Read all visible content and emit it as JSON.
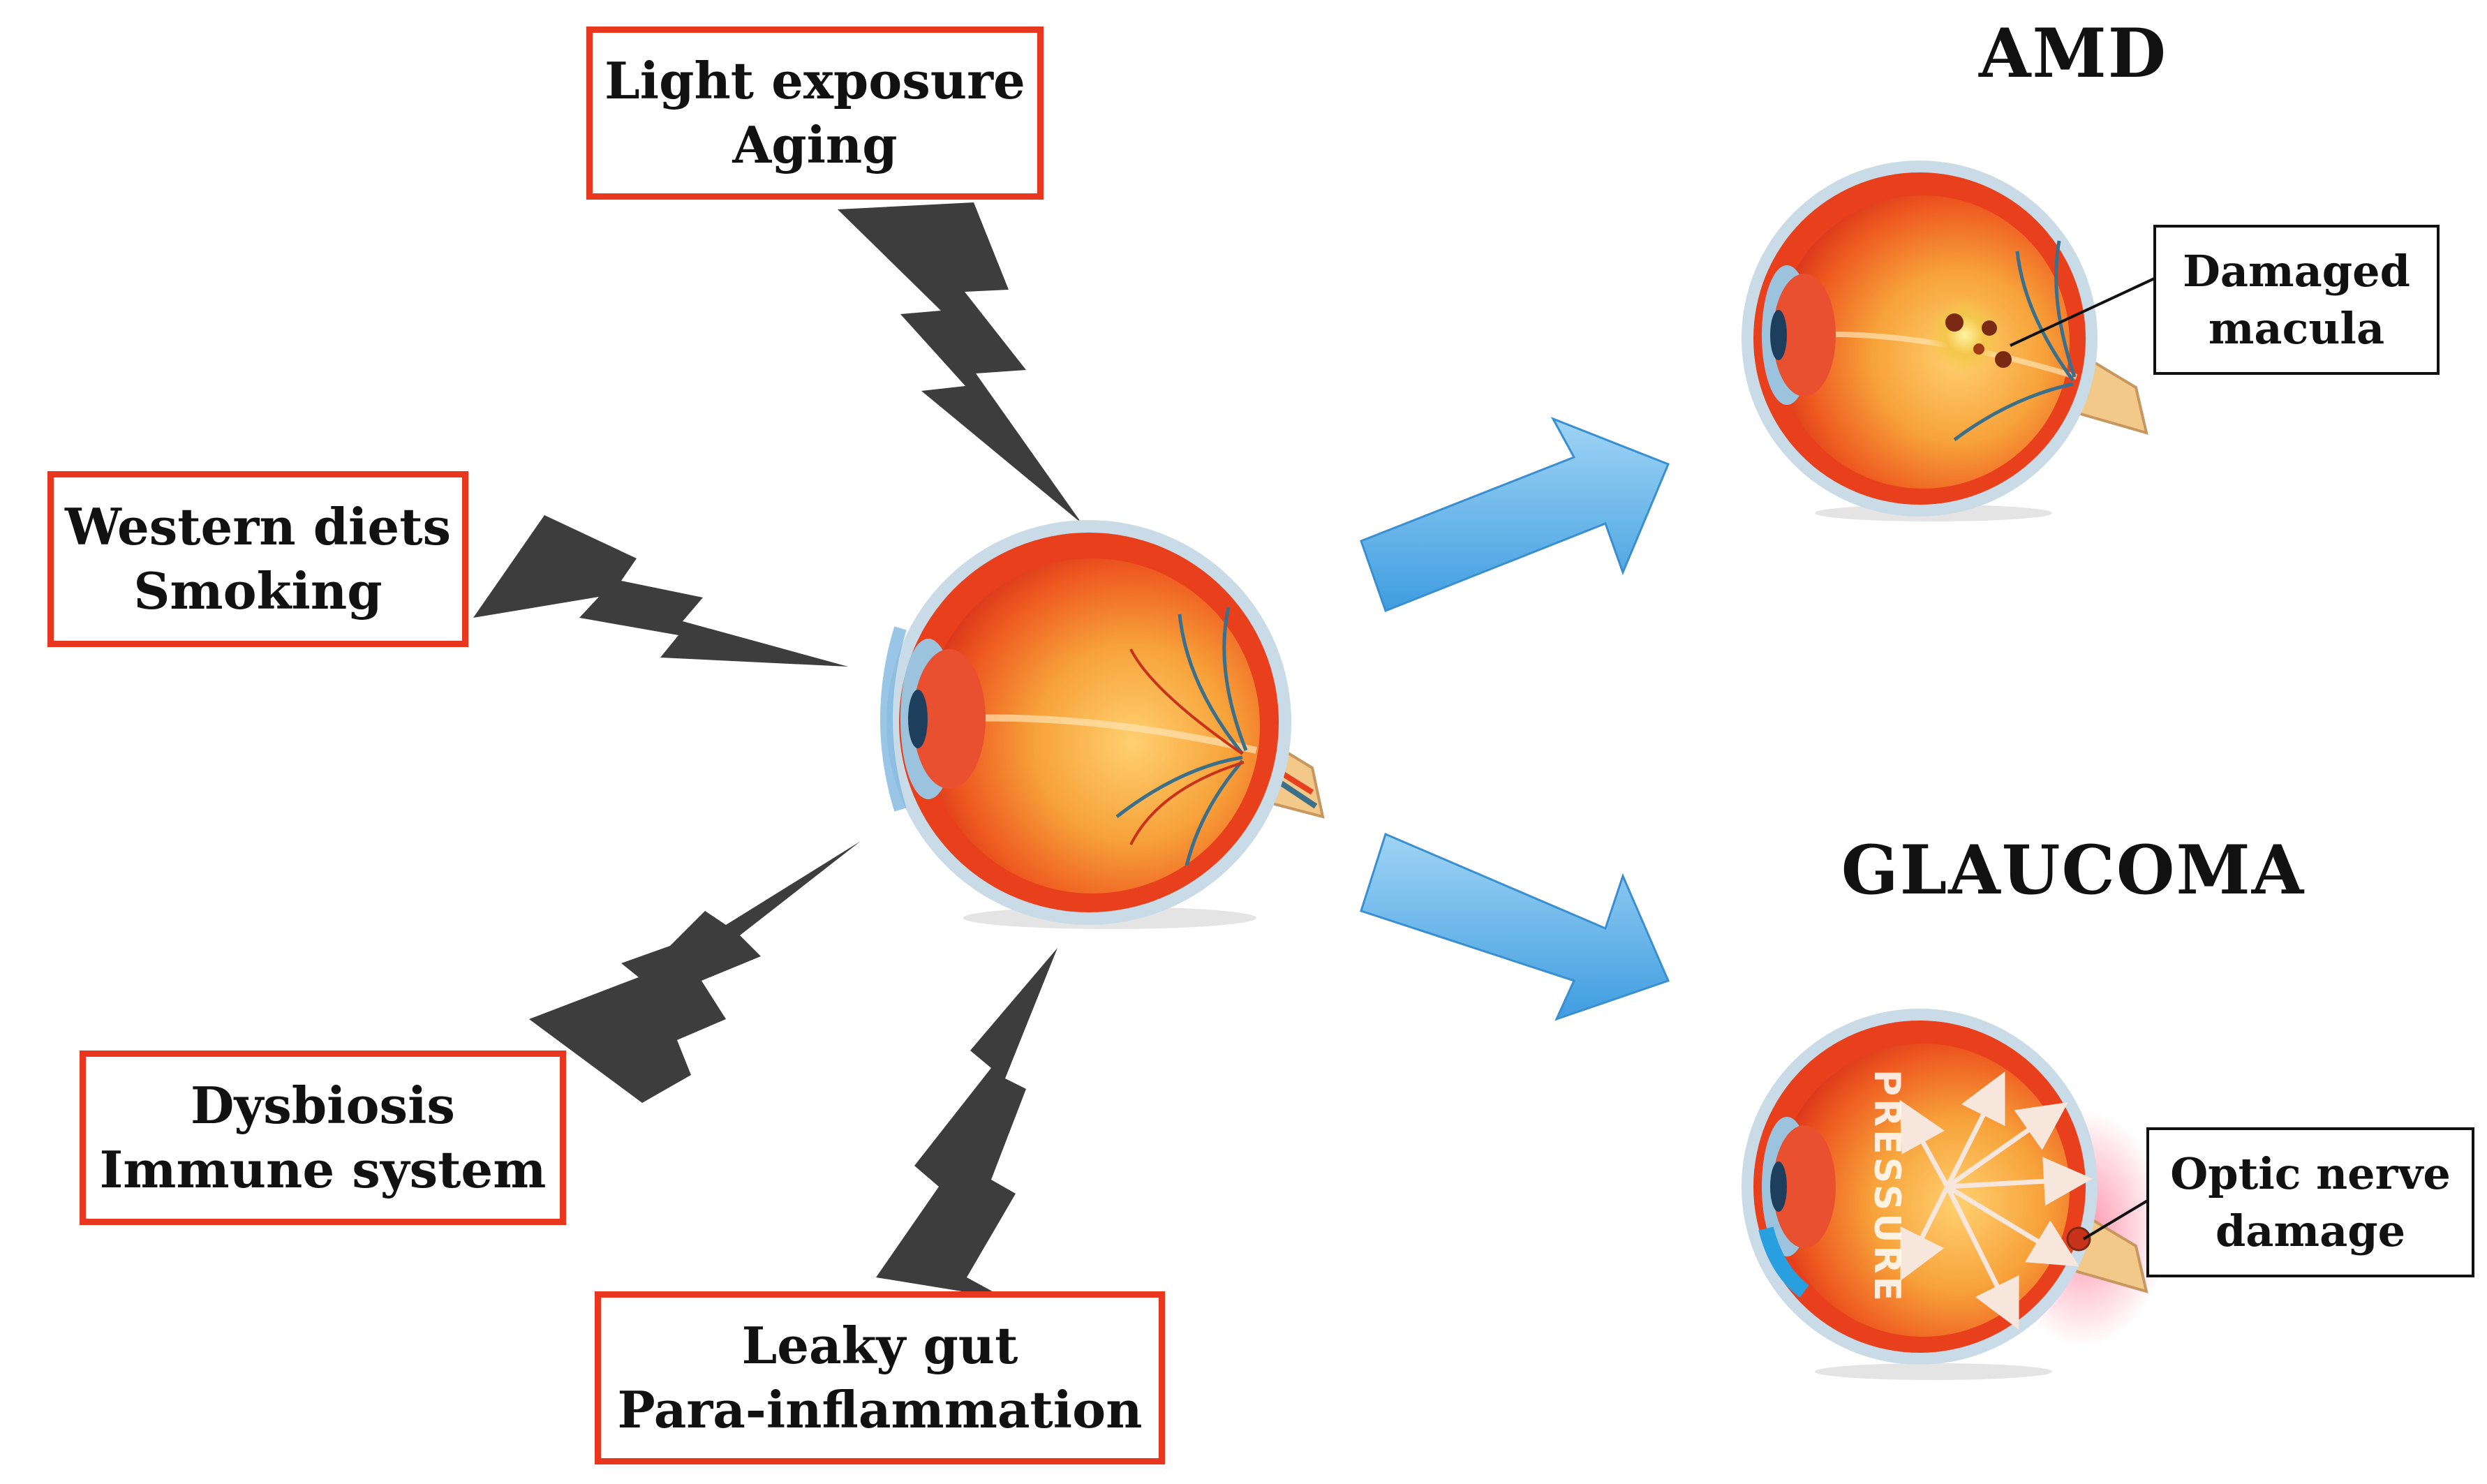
{
  "risk_factors": [
    {
      "id": "light",
      "lines": [
        "Light exposure",
        "Aging"
      ]
    },
    {
      "id": "western",
      "lines": [
        "Western diets",
        "Smoking"
      ]
    },
    {
      "id": "dysbiosis",
      "lines": [
        "Dysbiosis",
        "Immune system"
      ]
    },
    {
      "id": "leaky",
      "lines": [
        "Leaky gut",
        "Para-inflammation"
      ]
    }
  ],
  "outcomes": {
    "amd": {
      "title": "AMD",
      "callout_lines": [
        "Damaged",
        "macula"
      ]
    },
    "glaucoma": {
      "title": "GLAUCOMA",
      "callout_lines": [
        "Optic nerve",
        "damage"
      ],
      "eye_label": "PRESSURE"
    }
  },
  "colors": {
    "factor_border": "#e8361f",
    "bolt": "#3d3d3d",
    "arrow": "#5aaee8",
    "eye_red": "#e8401c",
    "eye_orange": "#f7a23a",
    "sclera": "#c9dbe6",
    "vessel": "#3b6f8a"
  }
}
